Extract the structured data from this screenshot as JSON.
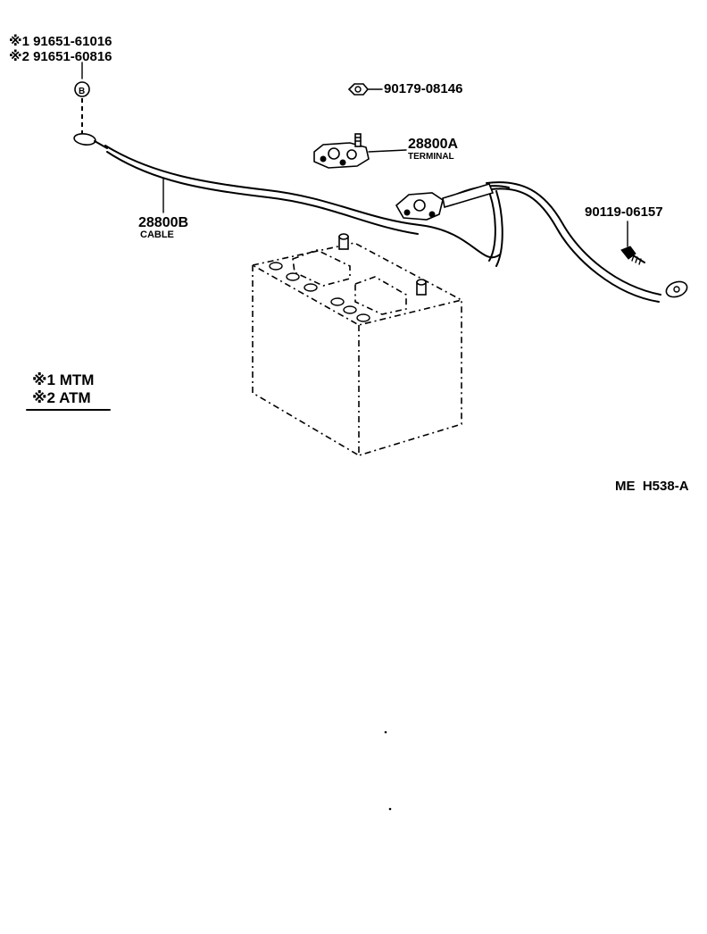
{
  "parts": {
    "nut_note_1": "※1 91651-61016",
    "nut_note_2": "※2 91651-60816",
    "nut_symbol": "B",
    "nut_part": "90179-08146",
    "terminal_part": "28800A",
    "terminal_name": "TERMINAL",
    "cable_part": "28800B",
    "cable_name": "CABLE",
    "bolt_part": "90119-06157"
  },
  "legend": {
    "line1": "※1 MTM",
    "line2": "※2 ATM"
  },
  "figure_code": "ME  H538-A"
}
